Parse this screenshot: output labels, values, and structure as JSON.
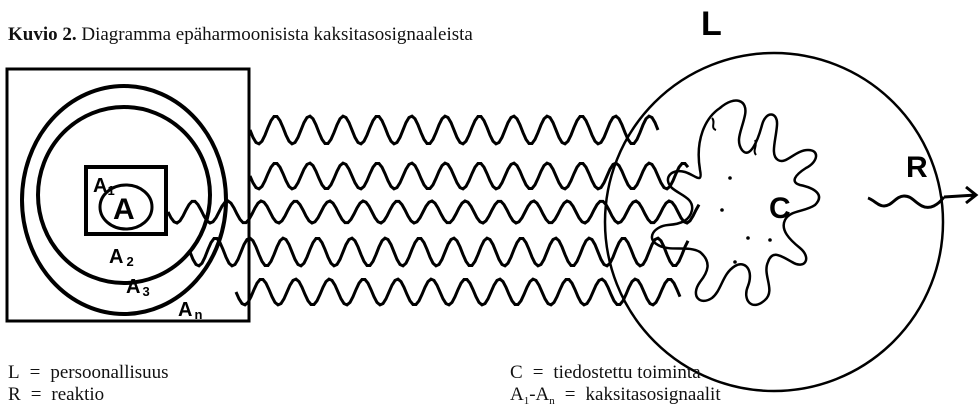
{
  "caption": {
    "number": "Kuvio 2.",
    "title": "Diagramma epäharmoonisista kaksitasosignaaleista"
  },
  "diagram": {
    "labels": {
      "L": "L",
      "R": "R",
      "C": "C",
      "A": "A",
      "A1": "A",
      "A1_sub": "1",
      "A2": "A",
      "A2_sub": "2",
      "A3": "A",
      "A3_sub": "3",
      "An": "A",
      "An_sub": "n"
    }
  },
  "legend": {
    "left": [
      {
        "key": "L",
        "eq": "=",
        "text": "persoonallisuus"
      },
      {
        "key": "R",
        "eq": "=",
        "text": "reaktio"
      }
    ],
    "right": [
      {
        "key": "C",
        "eq": "=",
        "text": "tiedostettu toiminta"
      },
      {
        "key": "A",
        "sub1": "1",
        "dash": "-A",
        "sub2": "n",
        "eq": " = ",
        "text": "kaksitasosignaalit"
      }
    ]
  }
}
